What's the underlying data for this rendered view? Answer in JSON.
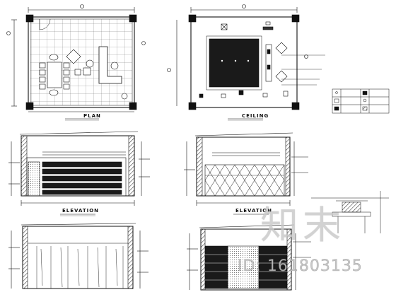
{
  "drawing": {
    "panel_titles": {
      "plan": "PLAN",
      "ceiling": "CEILING",
      "elevation_a": "ELEVATION",
      "elevation_b": "ELEVATION"
    }
  },
  "watermark": {
    "logo_text": "知末",
    "id_text": "ID: 161803135"
  }
}
